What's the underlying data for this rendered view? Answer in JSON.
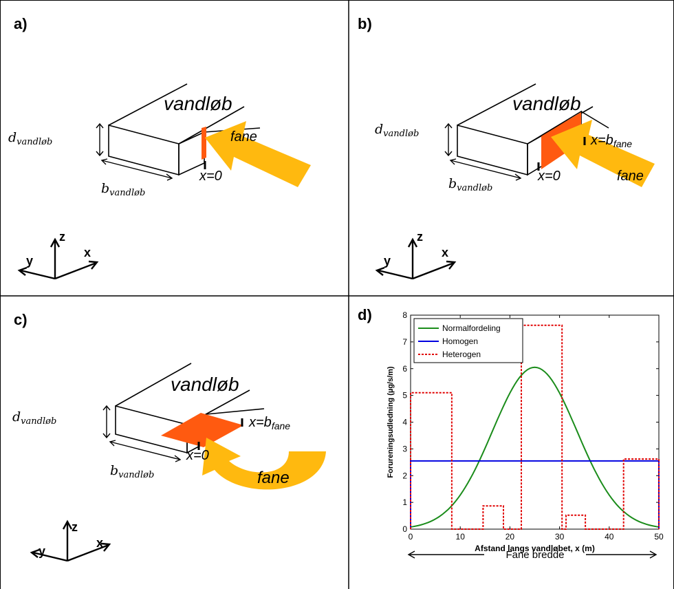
{
  "panels": {
    "a": {
      "label": "a)",
      "stream_label": "vandløb",
      "depth_label": "d",
      "depth_sub": "vandløb",
      "width_label": "b",
      "width_sub": "vandløb",
      "x0_label": "x=0",
      "plume_label": "fane",
      "axes": {
        "x": "x",
        "y": "y",
        "z": "z"
      }
    },
    "b": {
      "label": "b)",
      "stream_label": "vandløb",
      "depth_label": "d",
      "depth_sub": "vandløb",
      "width_label": "b",
      "width_sub": "vandløb",
      "x0_label": "x=0",
      "xb_label": "x=b",
      "xb_sub": "fane",
      "plume_label": "fane",
      "axes": {
        "x": "x",
        "y": "y",
        "z": "z"
      }
    },
    "c": {
      "label": "c)",
      "stream_label": "vandløb",
      "depth_label": "d",
      "depth_sub": "vandløb",
      "width_label": "b",
      "width_sub": "vandløb",
      "x0_label": "x=0",
      "xb_label": "x=b",
      "xb_sub": "fane",
      "plume_label": "fane",
      "axes": {
        "x": "x",
        "y": "y",
        "z": "z"
      }
    },
    "d": {
      "label": "d)",
      "fane_bredde": "Fane bredde"
    }
  },
  "colors": {
    "plume_arrow": "#FFB90F",
    "plume_patch": "#FF5A10",
    "normal": "#1A8C1A",
    "homogen": "#0000E0",
    "heterogen": "#E00000"
  },
  "chart_data": {
    "type": "line",
    "xlabel": "Afstand langs vandløbet, x (m)",
    "ylabel": "Forureningsudledning (µg/s/m)",
    "xlim": [
      0,
      50
    ],
    "ylim": [
      0,
      8
    ],
    "xticks": [
      "0",
      "10",
      "20",
      "30",
      "40",
      "50"
    ],
    "yticks": [
      "0",
      "1",
      "2",
      "3",
      "4",
      "5",
      "6",
      "7",
      "8"
    ],
    "legend_position": "top-left",
    "series": [
      {
        "name": "Normalfordeling",
        "style": "solid",
        "x": [
          0,
          2.5,
          5,
          7.5,
          10,
          12.5,
          15,
          17.5,
          20,
          22.5,
          25,
          27.5,
          30,
          32.5,
          35,
          37.5,
          40,
          42.5,
          45,
          47.5,
          50
        ],
        "y": [
          0.07,
          0.17,
          0.36,
          0.69,
          1.22,
          1.97,
          2.89,
          3.92,
          4.89,
          5.66,
          6.05,
          5.66,
          4.89,
          3.92,
          2.89,
          1.97,
          1.22,
          0.69,
          0.36,
          0.17,
          0.07
        ]
      },
      {
        "name": "Homogen",
        "style": "solid",
        "x": [
          0,
          0,
          50,
          50
        ],
        "y": [
          0,
          2.55,
          2.55,
          0
        ]
      },
      {
        "name": "Heterogen",
        "style": "dotted",
        "x": [
          0,
          0,
          8.3,
          8.3,
          14.6,
          14.6,
          18.7,
          18.7,
          22.3,
          22.3,
          30.5,
          30.5,
          31.3,
          31.3,
          35.2,
          35.2,
          42.9,
          42.9,
          50,
          50
        ],
        "y": [
          0,
          5.1,
          5.1,
          0,
          0,
          0.87,
          0.87,
          0,
          0,
          7.62,
          7.62,
          0,
          0,
          0.52,
          0.52,
          0,
          0,
          2.62,
          2.62,
          0
        ]
      }
    ]
  }
}
